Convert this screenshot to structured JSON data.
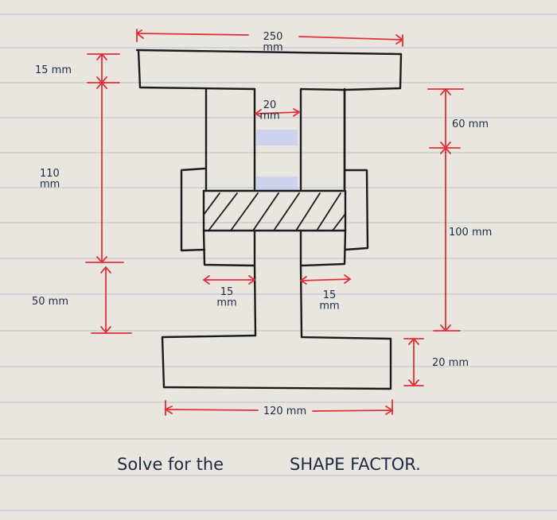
{
  "dimensions": {
    "top_flange_width": "250\nmm",
    "top_flange_thickness": "15 mm",
    "web_height": "110\nmm",
    "lower_height": "50 mm",
    "web_width": "20\nmm",
    "right_upper": "60 mm",
    "right_middle": "100 mm",
    "bottom_flange_thickness": "20 mm",
    "plate_left": "15\nmm",
    "plate_right": "15\nmm",
    "bottom_flange_width": "120 mm"
  },
  "instruction": {
    "left": "Solve for the",
    "right": "SHAPE FACTOR."
  },
  "colors": {
    "paper": "#e9e6df",
    "ink": "#1b1b1b",
    "dimension_red": "#e0303a",
    "text_blue": "#1e2a44",
    "highlight": "#c7cff1"
  }
}
